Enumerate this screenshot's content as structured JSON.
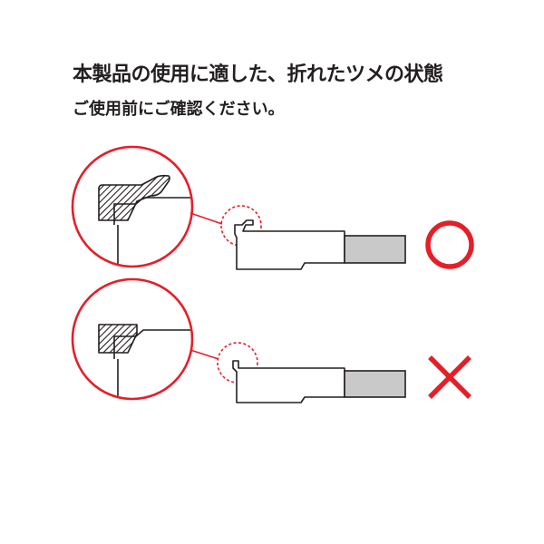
{
  "title": "本製品の使用に適した、折れたツメの状態",
  "subtitle": "ご使用前にご確認ください。",
  "colors": {
    "accent_red": "#e51f28",
    "line_dark": "#231f20",
    "cable_gray": "#c9c9ca",
    "background": "#ffffff"
  },
  "rows": [
    {
      "name": "acceptable-latch",
      "verdict": "ok",
      "verdict_icon": "circle-ok-icon"
    },
    {
      "name": "unacceptable-latch",
      "verdict": "ng",
      "verdict_icon": "cross-ng-icon"
    }
  ]
}
